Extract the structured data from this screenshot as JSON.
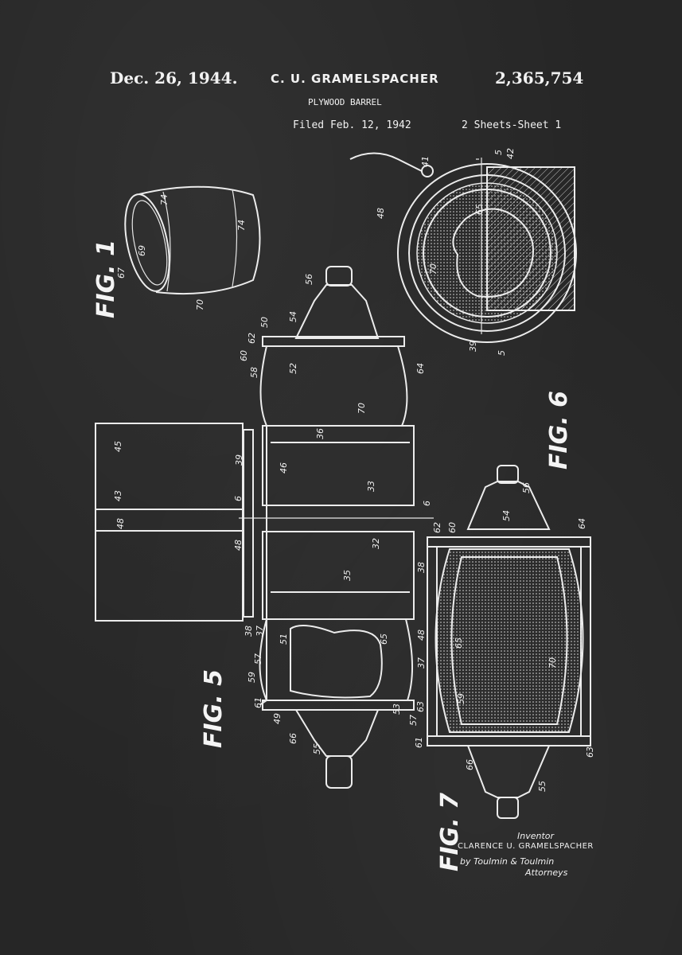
{
  "header": {
    "date": "Dec. 26, 1944.",
    "inventor": "C. U. GRAMELSPACHER",
    "patent_number": "2,365,754",
    "title": "PLYWOOD BARREL",
    "filed": "Filed Feb. 12, 1942",
    "sheets": "2 Sheets-Sheet 1"
  },
  "figures": {
    "fig1": "FIG. 1",
    "fig5": "FIG. 5",
    "fig6": "FIG. 6",
    "fig7": "FIG. 7"
  },
  "labels": {
    "l74a": "74",
    "l74b": "74",
    "l69": "69",
    "l67": "67",
    "l70a": "70",
    "l41": "41",
    "l48a": "48",
    "l65a": "65",
    "l70b": "70",
    "l5a": "5",
    "l42": "42",
    "l39a": "39",
    "l5b": "5",
    "l56a": "56",
    "l54a": "54",
    "l50": "50",
    "l62a": "62",
    "l60a": "60",
    "l58a": "58",
    "l52": "52",
    "l64a": "64",
    "l70c": "70",
    "l36": "36",
    "l39b": "39",
    "l46": "46",
    "l45": "45",
    "l43": "43",
    "l6a": "6",
    "l33a": "33",
    "l6b": "6",
    "l48b": "48",
    "l48c": "48",
    "l32": "32",
    "l35": "35",
    "l38a": "38",
    "l37a": "37",
    "l51": "51",
    "l65b": "65",
    "l57a": "57",
    "l59a": "59",
    "l61a": "61",
    "l49": "49",
    "l66a": "66",
    "l55a": "55",
    "l53": "53",
    "l63a": "63",
    "l56b": "56",
    "l54b": "54",
    "l62b": "62",
    "l60b": "60",
    "l64b": "64",
    "l38b": "38",
    "l48d": "48",
    "l65c": "65",
    "l37b": "37",
    "l70d": "70",
    "l59b": "59",
    "l57b": "57",
    "l61b": "61",
    "l66b": "66",
    "l55b": "55",
    "l63b": "63"
  },
  "signature": {
    "role": "Inventor",
    "name": "CLARENCE U. GRAMELSPACHER",
    "by": "by Toulmin & Toulmin",
    "attorneys": "Attorneys"
  }
}
